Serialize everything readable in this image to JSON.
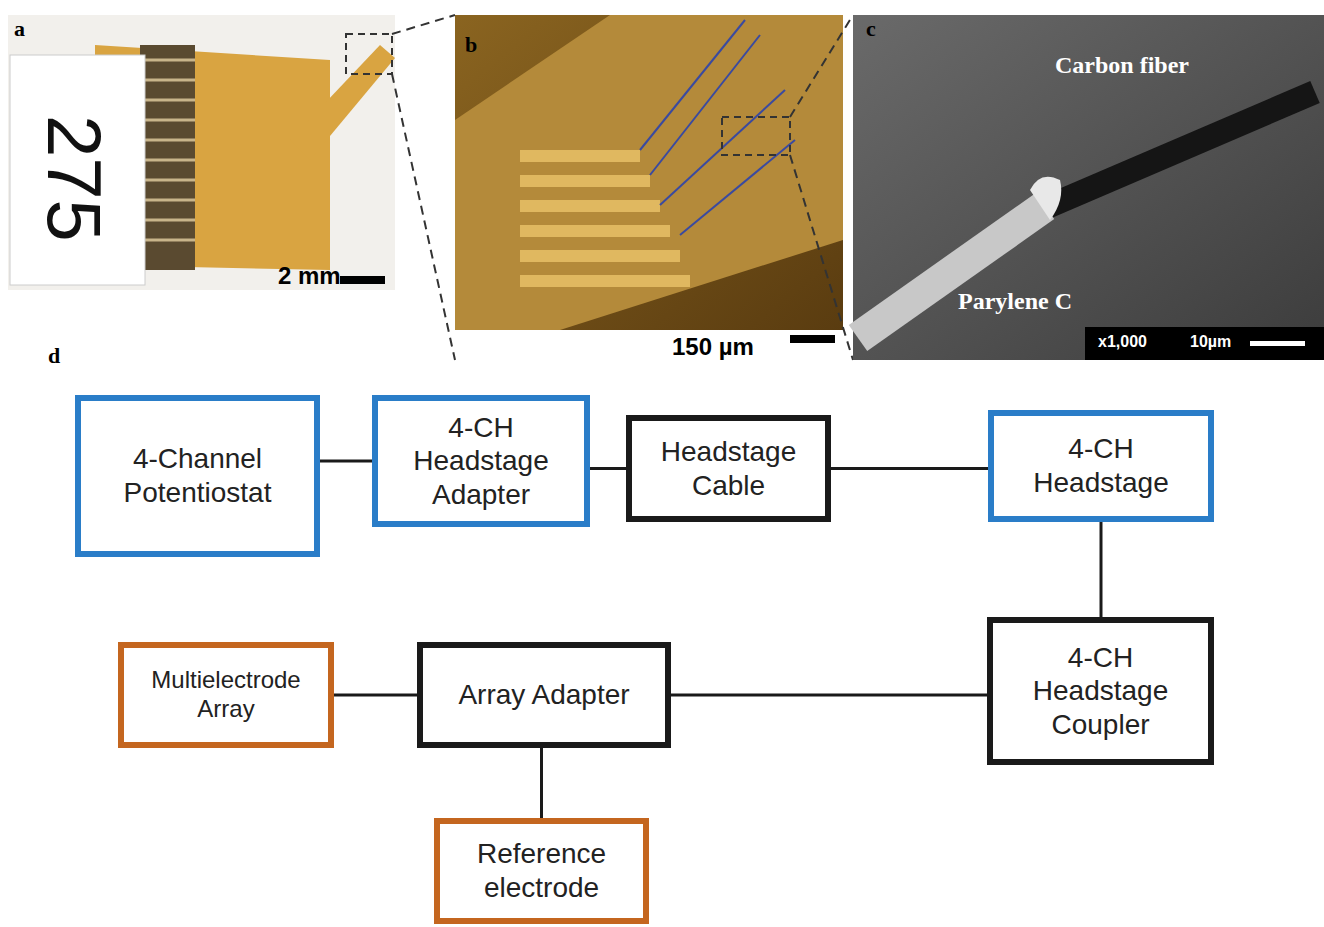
{
  "diagram": {
    "nodes": [
      {
        "text": [
          "4-Channel Potentiostat"
        ]
      },
      {
        "text": [
          "4-CH Headstage Adapter"
        ]
      },
      {
        "text": [
          "Headstage Cable"
        ]
      },
      {
        "text": [
          "4-CH Headstage"
        ]
      },
      {
        "text": [
          "Multielectrode Array"
        ]
      },
      {
        "text": [
          "Array Adapter"
        ]
      },
      {
        "text": [
          "4-CH Headstage Coupler"
        ]
      },
      {
        "text": [
          "Reference electrode"
        ]
      }
    ],
    "edges": [
      {
        "from": 0,
        "to": 1,
        "arrow": "none"
      },
      {
        "from": 1,
        "to": 2,
        "arrow": "none"
      },
      {
        "from": 2,
        "to": 3,
        "arrow": "none"
      },
      {
        "from": 3,
        "to": 6,
        "arrow": "none"
      },
      {
        "from": 4,
        "to": 5,
        "arrow": "none"
      },
      {
        "from": 5,
        "to": 6,
        "arrow": "none"
      },
      {
        "from": 5,
        "to": 7,
        "arrow": "none"
      }
    ],
    "labels": [
      "a",
      "275",
      "2 mm",
      "b",
      "150 µm",
      "c",
      "Carbon fiber",
      "Parylene C",
      "x1,000",
      "10µm",
      "d"
    ]
  }
}
